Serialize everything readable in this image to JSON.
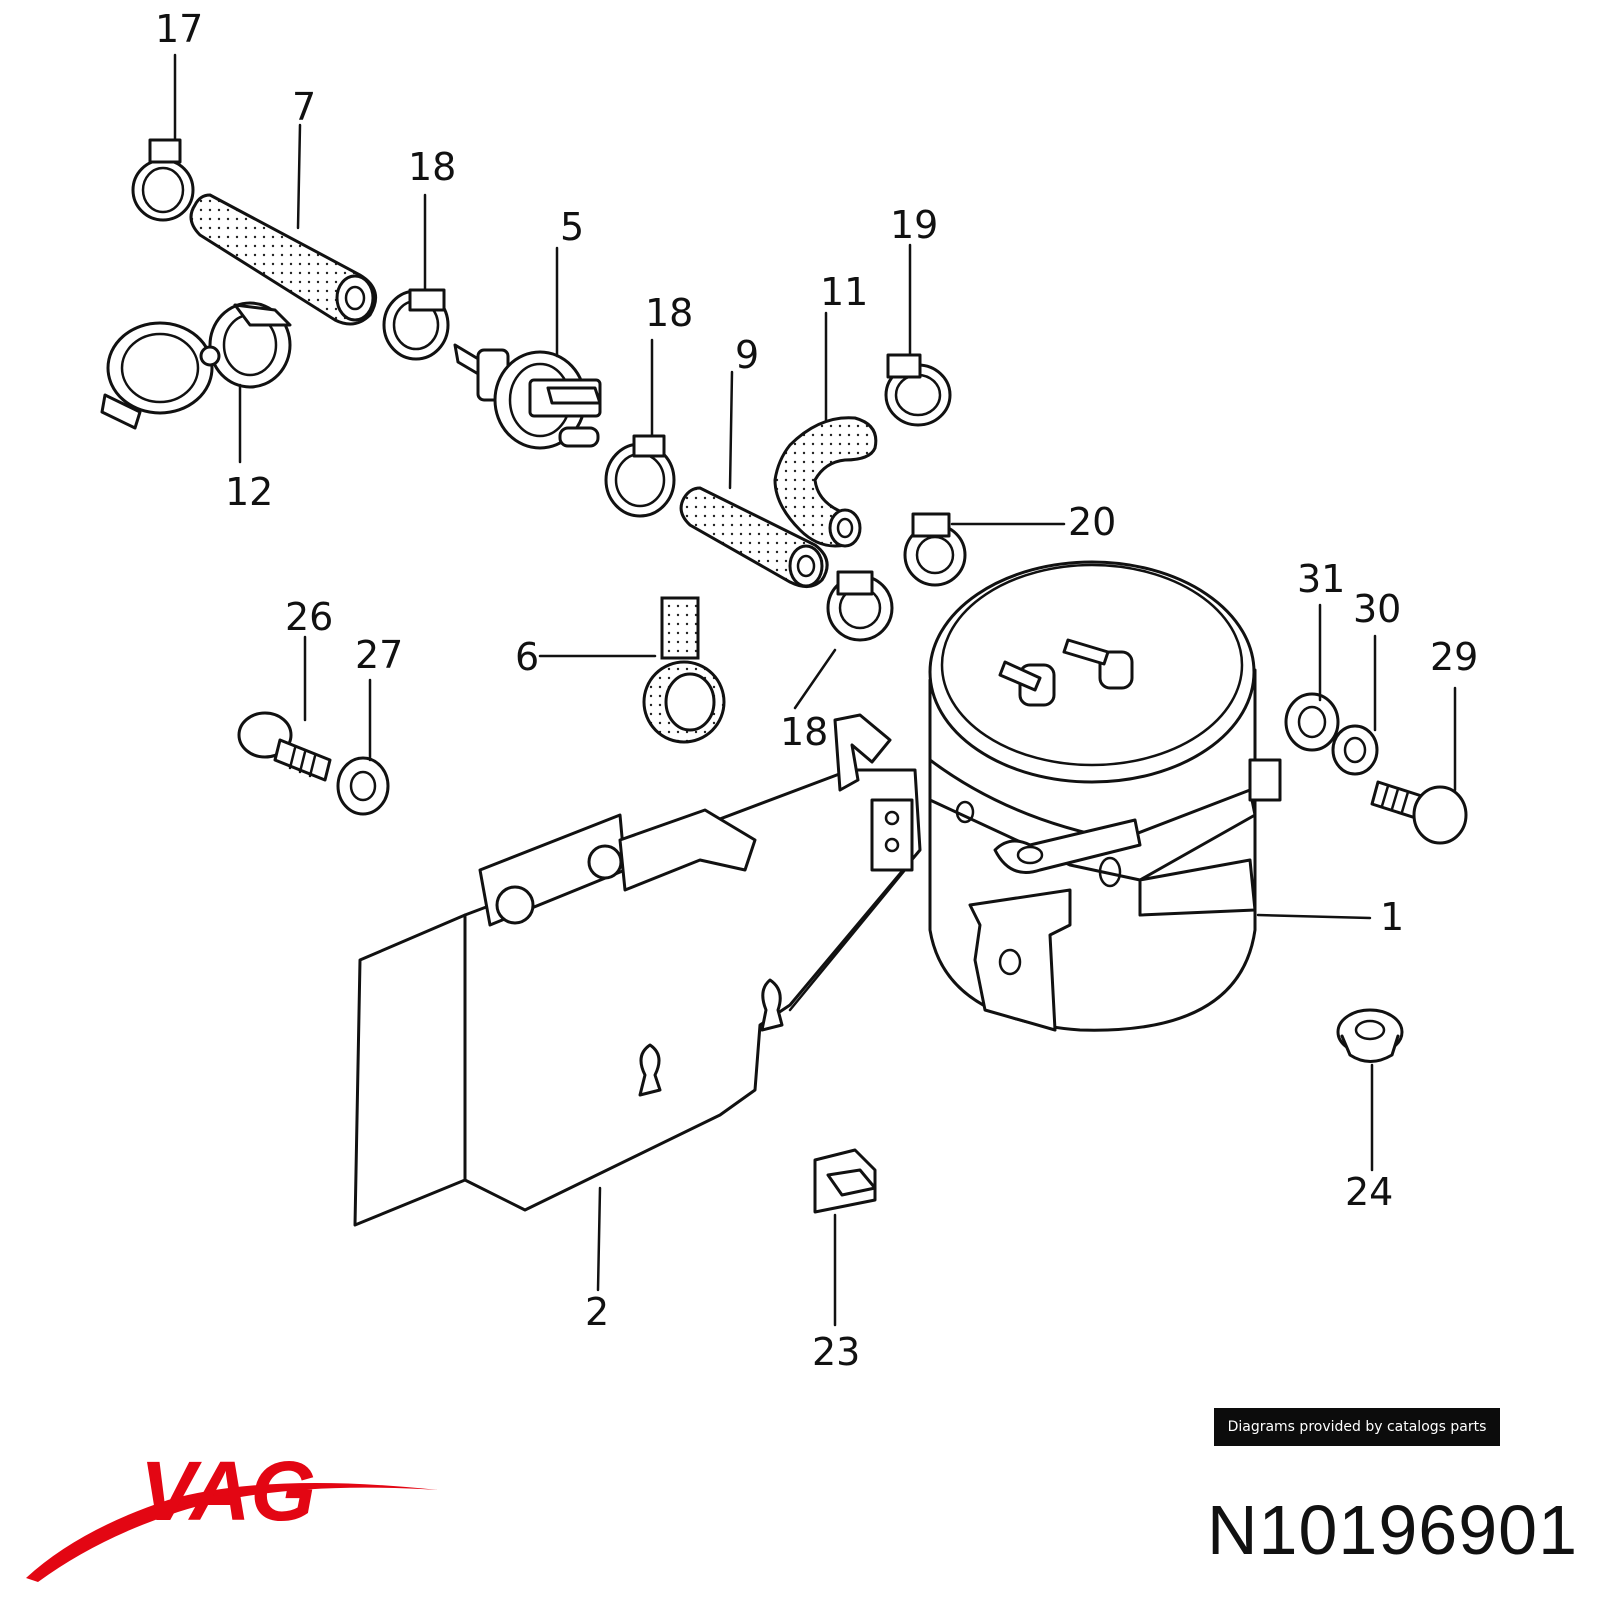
{
  "callouts": {
    "c1": "1",
    "c2": "2",
    "c5": "5",
    "c6": "6",
    "c7": "7",
    "c9": "9",
    "c11": "11",
    "c12": "12",
    "c17": "17",
    "c18a": "18",
    "c18b": "18",
    "c18c": "18",
    "c19": "19",
    "c20": "20",
    "c23": "23",
    "c24": "24",
    "c26": "26",
    "c27": "27",
    "c29": "29",
    "c30": "30",
    "c31": "31"
  },
  "credit": "Diagrams provided by catalogs parts",
  "part_number": "N10196901",
  "brand": {
    "text": "VAG",
    "color": "#e30613"
  }
}
